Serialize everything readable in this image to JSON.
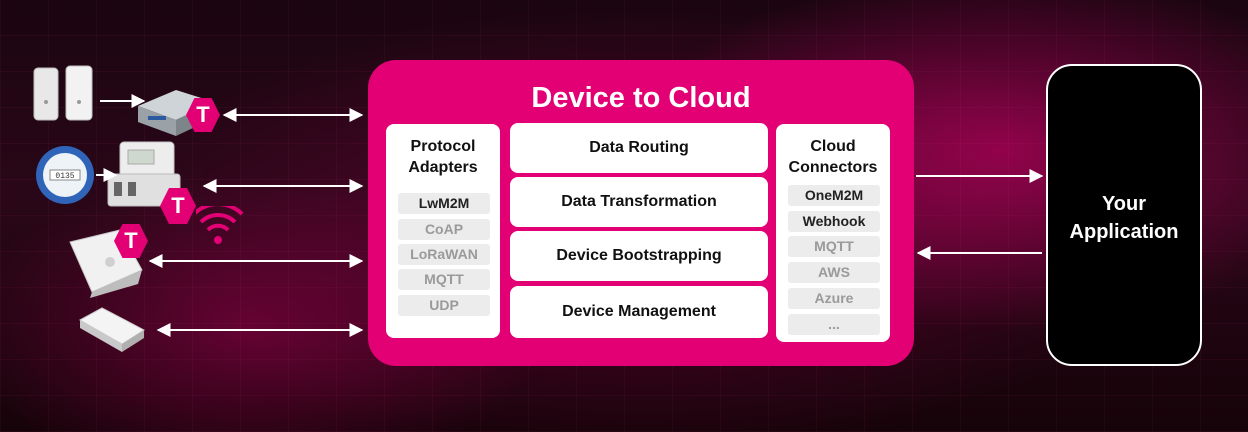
{
  "panel": {
    "title": "Device to Cloud",
    "protocol_adapters": {
      "title_line1": "Protocol",
      "title_line2": "Adapters",
      "items": [
        "LwM2M",
        "CoAP",
        "LoRaWAN",
        "MQTT",
        "UDP"
      ]
    },
    "functions": [
      "Data Routing",
      "Data Transformation",
      "Device Bootstrapping",
      "Device Management"
    ],
    "cloud_connectors": {
      "title_line1": "Cloud",
      "title_line2": "Connectors",
      "items": [
        "OneM2M",
        "Webhook",
        "MQTT",
        "AWS",
        "Azure",
        "..."
      ]
    }
  },
  "application": {
    "line1": "Your",
    "line2": "Application"
  },
  "badges": {
    "letter": "T"
  },
  "colors": {
    "magenta": "#e20074",
    "panel_text": "#ffffff",
    "muted_chip_text": "#9a9a9a"
  },
  "icons": {
    "devices": [
      "wall-sensor-icon",
      "gateway-router-icon",
      "smart-meter-icon",
      "heating-controller-icon",
      "room-sensor-icon",
      "tracker-puck-icon"
    ],
    "signal": "wifi-signal-icon"
  }
}
